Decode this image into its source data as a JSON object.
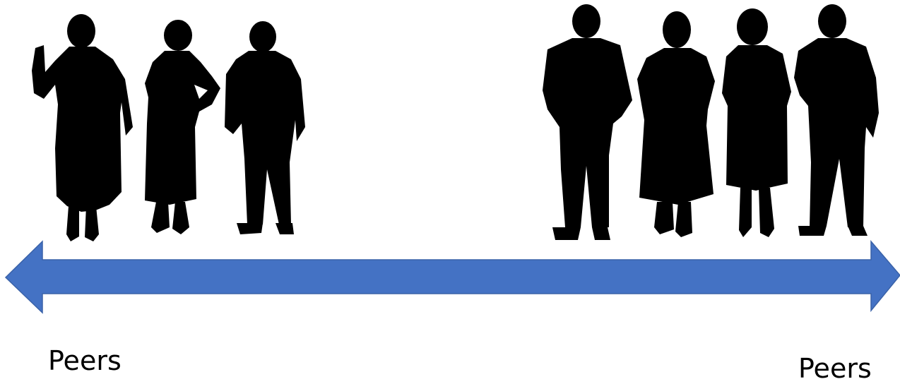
{
  "labels": {
    "left": "Peers",
    "right": "Peers"
  },
  "arrow": {
    "color": "#4472C4",
    "direction": "bidirectional"
  },
  "figures": {
    "left_group": [
      "woman-waving-icon",
      "woman-hand-on-hip-icon",
      "man-standing-icon"
    ],
    "right_group": [
      "man-hands-in-pockets-icon",
      "woman-standing-icon",
      "older-woman-standing-icon",
      "man-arms-at-sides-icon"
    ],
    "color": "#000000"
  }
}
